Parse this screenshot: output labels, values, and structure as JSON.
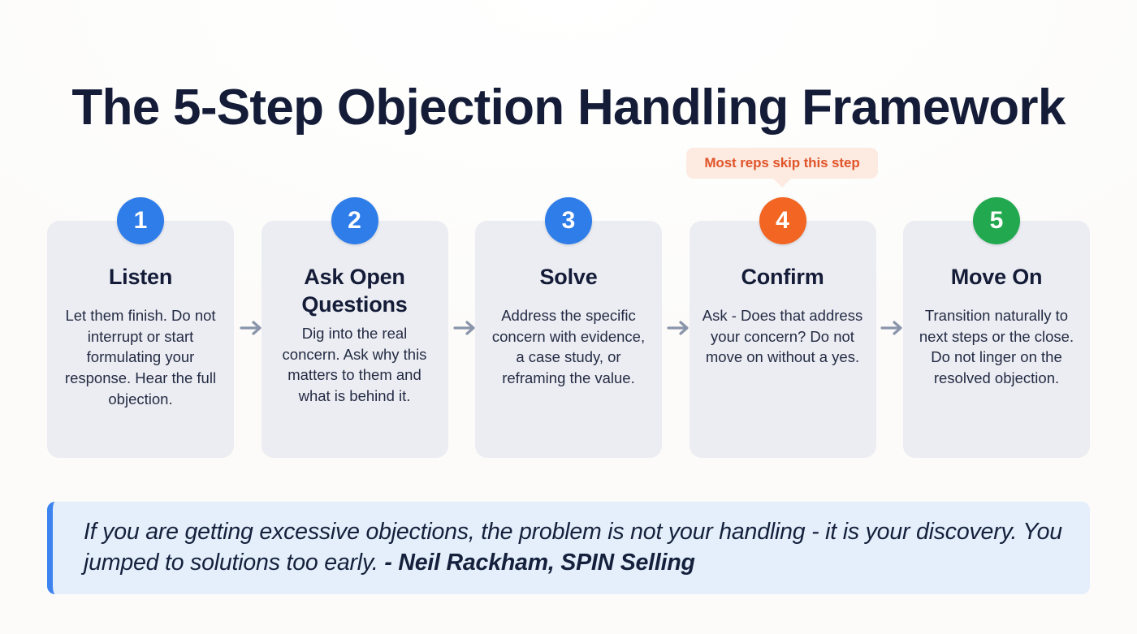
{
  "page": {
    "title": "The 5-Step Objection Handling Framework",
    "background_color": "#fefefd",
    "title_color": "#141c38"
  },
  "callout": {
    "text": "Most reps skip this step",
    "background_color": "#fdeae1",
    "text_color": "#e0552a",
    "attached_to_step": 4
  },
  "arrow": {
    "glyph": "arrow-right",
    "color": "#8a95ab"
  },
  "steps": [
    {
      "number": "1",
      "title": "Listen",
      "description": "Let them finish. Do not interrupt or start formulating your response. Hear the full objection.",
      "badge_color": "#2e7de9",
      "badge_variant": "blue"
    },
    {
      "number": "2",
      "title": "Ask Open Questions",
      "description": "Dig into the real concern. Ask why this matters to them and what is behind it.",
      "badge_color": "#2e7de9",
      "badge_variant": "blue"
    },
    {
      "number": "3",
      "title": "Solve",
      "description": "Address the specific concern with evidence, a case study, or reframing the value.",
      "badge_color": "#2e7de9",
      "badge_variant": "blue"
    },
    {
      "number": "4",
      "title": "Confirm",
      "description": "Ask - Does that address your concern? Do not move on without a yes.",
      "badge_color": "#f26522",
      "badge_variant": "orange"
    },
    {
      "number": "5",
      "title": "Move On",
      "description": "Transition naturally to next steps or the close. Do not linger on the resolved objection.",
      "badge_color": "#22a94f",
      "badge_variant": "green"
    }
  ],
  "quote": {
    "text": "If you are getting excessive objections, the problem is not your handling - it is your discovery. You jumped to solutions too early. ",
    "attribution": "- Neil Rackham, SPIN Selling",
    "background_color": "#e4effb",
    "accent_color": "#3c83f0"
  }
}
